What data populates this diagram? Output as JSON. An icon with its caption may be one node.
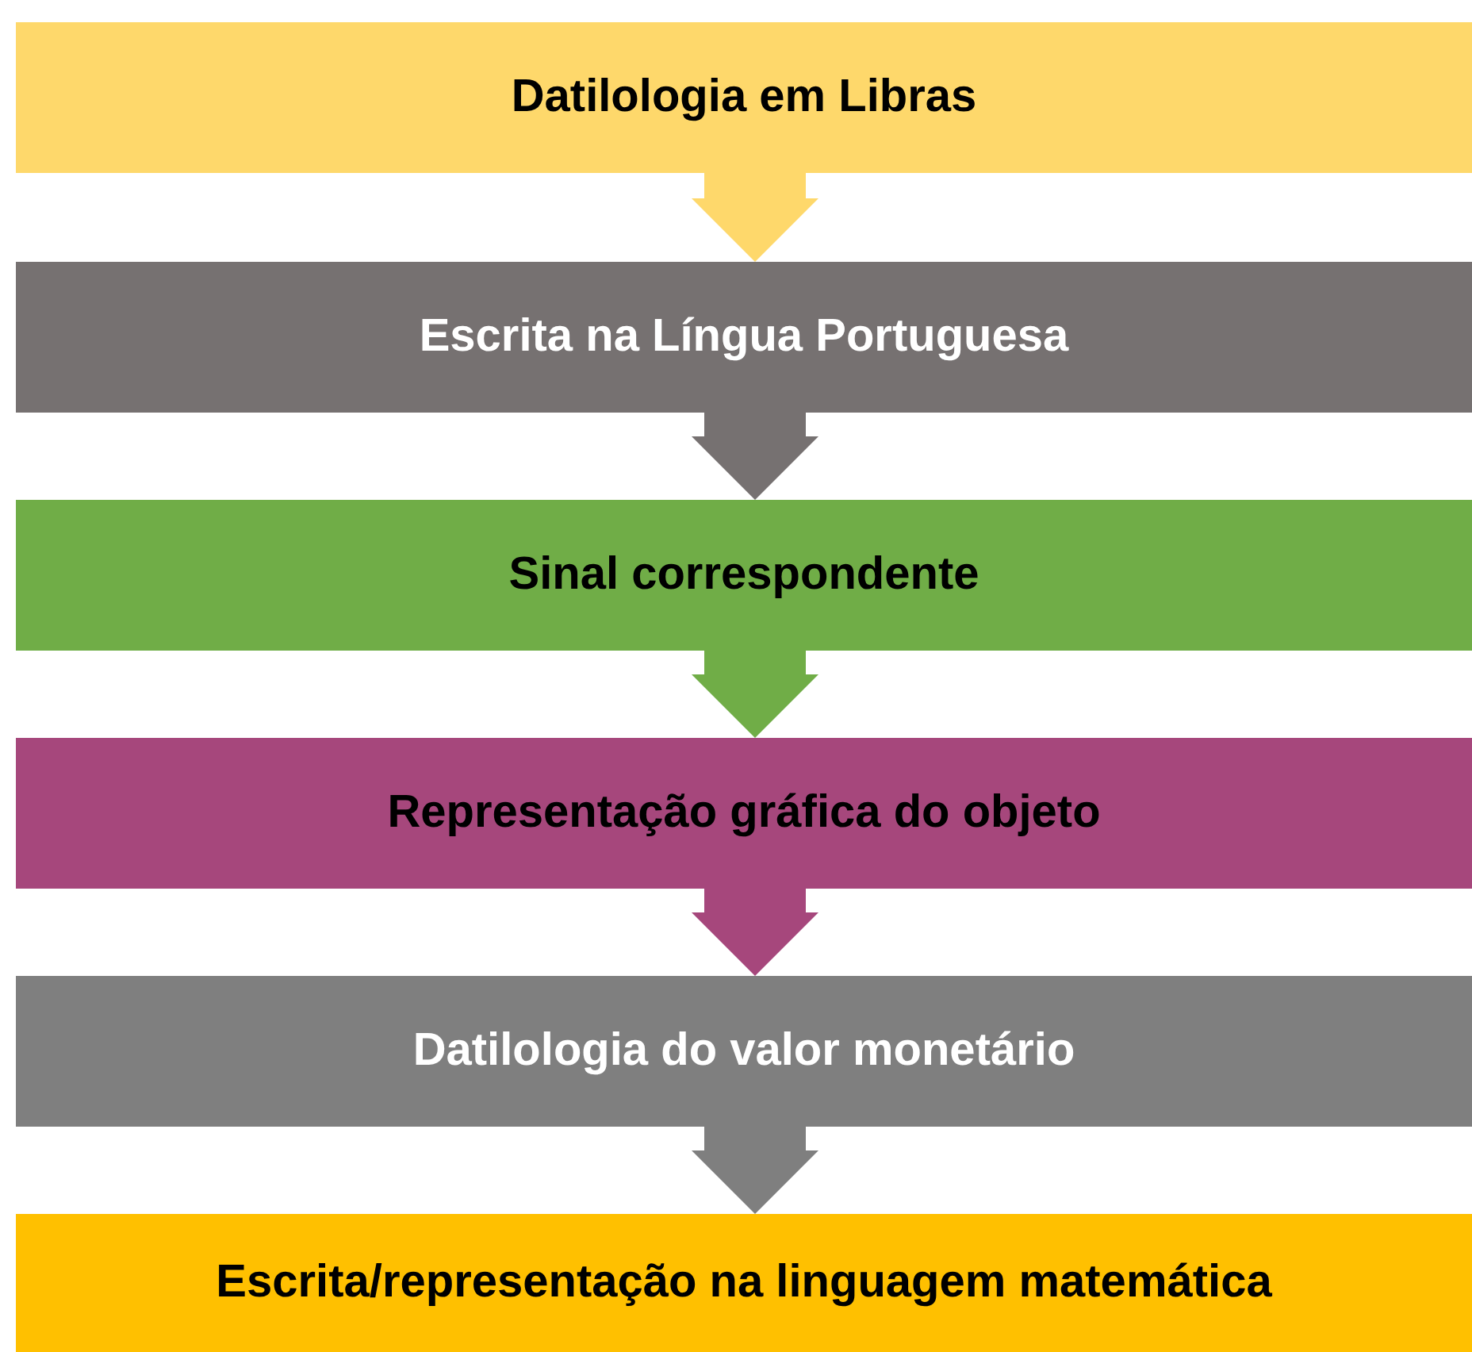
{
  "diagram": {
    "nodes": [
      {
        "text": [
          "Datilologia em Libras"
        ]
      },
      {
        "text": [
          "Escrita na Língua Portuguesa"
        ]
      },
      {
        "text": [
          "Sinal correspondente"
        ]
      },
      {
        "text": [
          "Representação gráfica do objeto"
        ]
      },
      {
        "text": [
          "Datilologia do valor monetário"
        ]
      },
      {
        "text": [
          "Escrita/representação na linguagem matemática"
        ]
      }
    ],
    "edges": [
      {
        "from": 0,
        "to": 1,
        "arrow": "to",
        "color": "#fed86b"
      },
      {
        "from": 1,
        "to": 2,
        "arrow": "to",
        "color": "#767171"
      },
      {
        "from": 2,
        "to": 3,
        "arrow": "to",
        "color": "#70ad47"
      },
      {
        "from": 3,
        "to": 4,
        "arrow": "to",
        "color": "#a6477c"
      },
      {
        "from": 4,
        "to": 5,
        "arrow": "to",
        "color": "#7f7f7f"
      }
    ]
  }
}
